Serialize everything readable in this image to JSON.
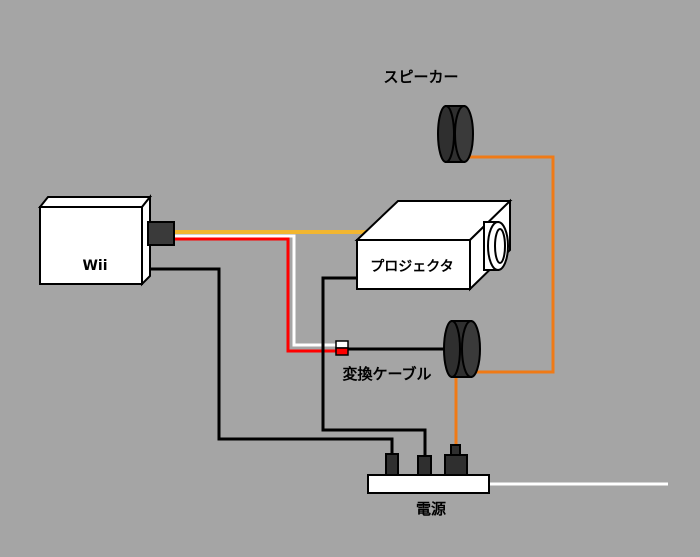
{
  "labels": {
    "wii": "Wii",
    "projector": "プロジェクタ",
    "speaker": "スピーカー",
    "adapter_cable": "変換ケーブル",
    "power": "電源"
  },
  "colors": {
    "background": "#a5a5a5",
    "video_cable": "#f2b630",
    "audio_red": "#ff0000",
    "audio_white": "#ffffff",
    "speaker_cable": "#f07a16",
    "power_cable": "#000000",
    "mains_cable": "#ffffff"
  }
}
